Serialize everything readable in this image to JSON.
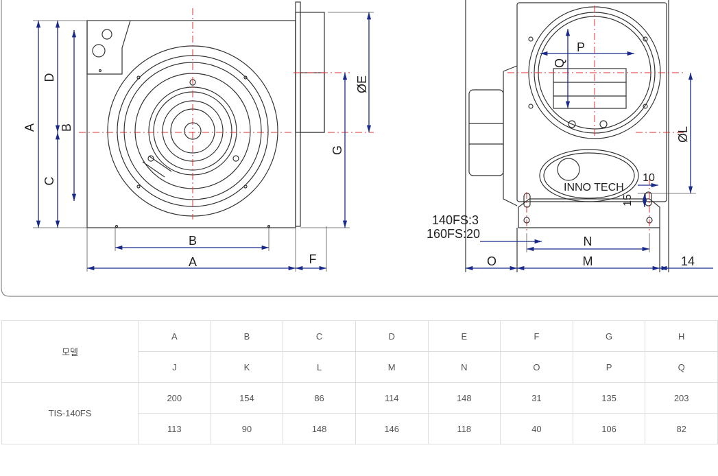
{
  "drawing": {
    "front_labels": {
      "A": "A",
      "B": "B",
      "C": "C",
      "D": "D",
      "E": "ØE",
      "G": "G",
      "F": "F"
    },
    "side_labels": {
      "P": "P",
      "Q": "Q",
      "L": "ØL",
      "N": "N",
      "M": "M",
      "O": "O"
    },
    "dim_10": "10",
    "dim_15": "15",
    "dim_14": "14",
    "note_140": "140FS:3",
    "note_160": "160FS:20",
    "brand": "INNO TECH"
  },
  "table": {
    "model_header": "모델",
    "keys_row1": [
      "A",
      "B",
      "C",
      "D",
      "E",
      "F",
      "G",
      "H"
    ],
    "keys_row2": [
      "J",
      "K",
      "L",
      "M",
      "N",
      "O",
      "P",
      "Q"
    ],
    "model_name": "TIS-140FS",
    "values_row1": [
      "200",
      "154",
      "86",
      "114",
      "148",
      "31",
      "135",
      "203"
    ],
    "values_row2": [
      "113",
      "90",
      "148",
      "146",
      "118",
      "40",
      "106",
      "82"
    ]
  }
}
